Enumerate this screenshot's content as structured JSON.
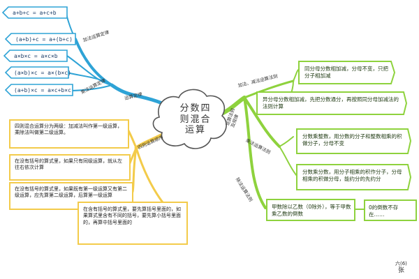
{
  "center": {
    "line1": "分数四",
    "line2": "则混合",
    "line3": "运算"
  },
  "left_branch": {
    "label": "运算定律",
    "add_label": "加法运算定律",
    "mul_label": "乘法运算定律",
    "add_laws": [
      "a+b+c = a+c+b",
      "(a+b)+c = a+(b+c)"
    ],
    "mul_laws": [
      "a×b×c = a×c×b",
      "(a×b)×c = a×(b×c)",
      "(a+b)×c = a×c+b×c"
    ]
  },
  "bottom_left_branch": {
    "label": "四则运算顺序",
    "notes": [
      "四则混合运算分为两级：加减法叫作第一级运算，乘除法叫做第二级运算。",
      "在没有括号的算式里，如果只有同级运算，就从左往右依次计算",
      "在没有括号的算式里，如果既有第一级运算又有第二级运算，应先算第二级运算，后算第一级运算",
      "在含有括号的算式里，要先算括号里面的，如果算式里含有不同的括号，要先算小括号里面的，再算中括号里面的"
    ]
  },
  "right_branch": {
    "label": "运算法则及规律",
    "add_sub_label": "加法、减法运算法则",
    "mul_label": "乘法运算法则",
    "div_label": "除法运算法则",
    "add_sub_rules": [
      "同分母分数相加减，分母不变，只把分子相加减",
      "异分母分数相加减，先把分数通分，再按照同分母加减法的法则计算"
    ],
    "mul_rules": [
      "分数乘整数，用分数的分子和整数相乘的积做分子，分母不变",
      "分数乘分数，用分子相乘的积作分子，分母相乘的积做分母，能约分的先约分"
    ],
    "div_rule": "甲数除以乙数（0除外），等于甲数乘乙数的倒数",
    "reciprocal_note": "0的倒数不存在……"
  },
  "signature": {
    "line1": "六(6)",
    "line2": "张"
  },
  "colors": {
    "blue": "#2ea3d6",
    "green": "#8ed23d",
    "yellow": "#f3cb4a",
    "center_outline": "#555555"
  }
}
